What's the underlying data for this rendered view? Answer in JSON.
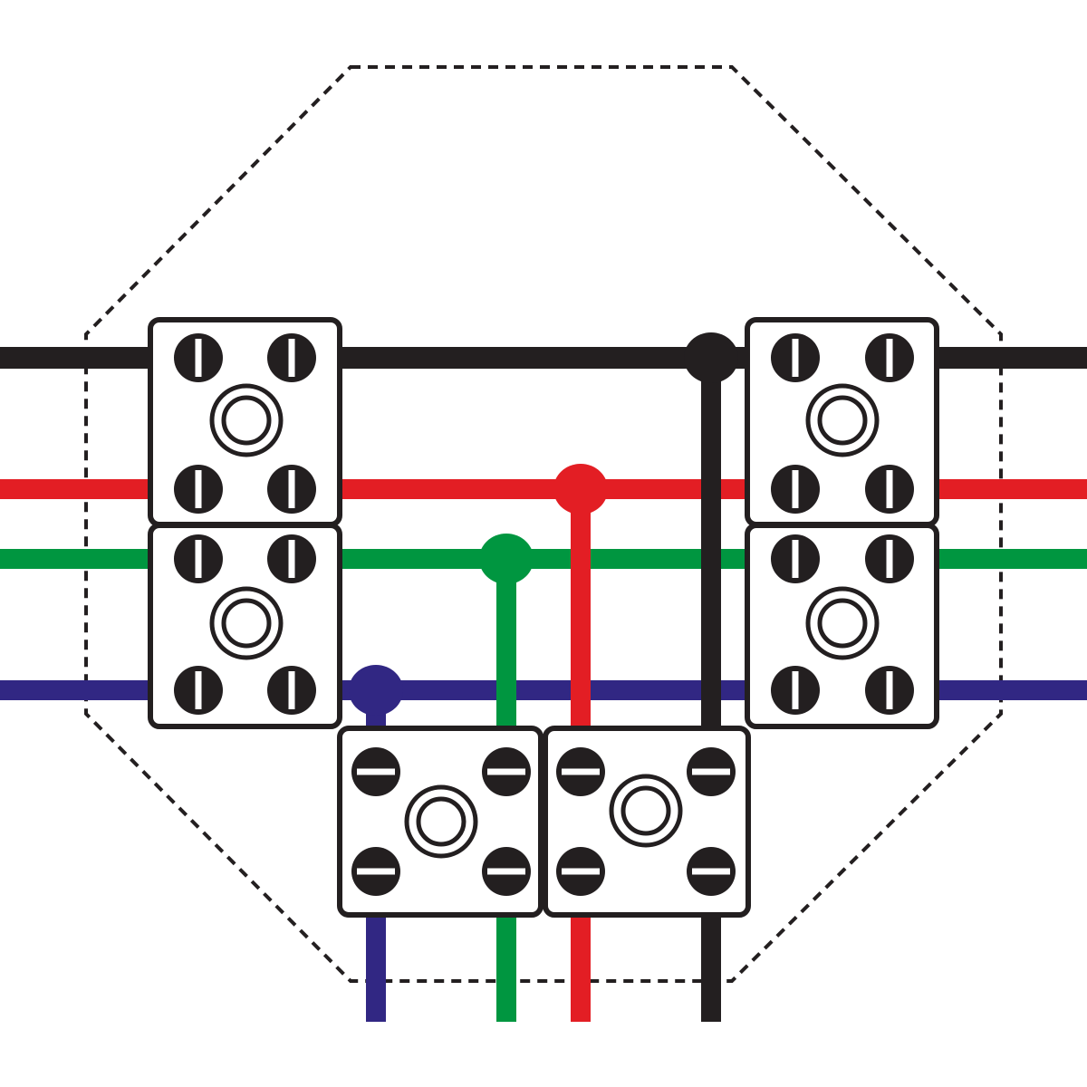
{
  "colors": {
    "background": "#ffffff",
    "outline": "#231f20",
    "wire_black": "#231f20",
    "wire_red": "#e31e24",
    "wire_green": "#009640",
    "wire_blue": "#312783"
  },
  "wires": [
    {
      "name": "black",
      "color": "#231f20"
    },
    {
      "name": "red",
      "color": "#e31e24"
    },
    {
      "name": "green",
      "color": "#009640"
    },
    {
      "name": "blue",
      "color": "#312783"
    }
  ],
  "terminal_blocks": [
    {
      "name": "left-top",
      "slot": "vertical"
    },
    {
      "name": "left-bottom",
      "slot": "vertical"
    },
    {
      "name": "right-top",
      "slot": "vertical"
    },
    {
      "name": "right-bottom",
      "slot": "vertical"
    },
    {
      "name": "bottom-left",
      "slot": "horizontal"
    },
    {
      "name": "bottom-right",
      "slot": "horizontal"
    }
  ],
  "junctions": [
    "black",
    "red",
    "green",
    "blue"
  ],
  "enclosure": {
    "shape": "octagon",
    "line_style": "dashed"
  }
}
